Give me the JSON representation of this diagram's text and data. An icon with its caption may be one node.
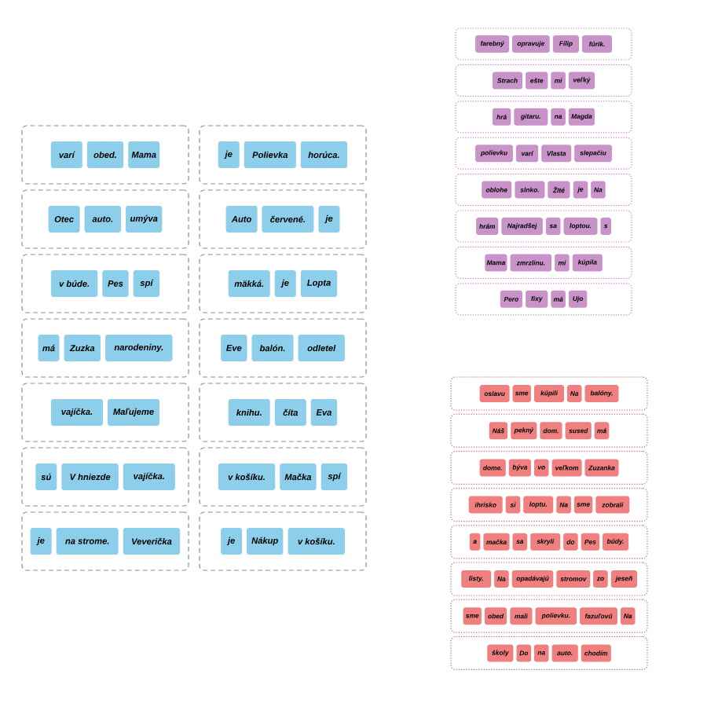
{
  "diagram": {
    "nodes": [
      {
        "text": [],
        "shape": "box"
      },
      {
        "text": [
          "varí"
        ],
        "in": 0
      },
      {
        "text": [
          "obed."
        ],
        "in": 0
      },
      {
        "text": [
          "Mama"
        ],
        "in": 0
      },
      {
        "text": [],
        "shape": "box"
      },
      {
        "text": [
          "je"
        ],
        "in": 4
      },
      {
        "text": [
          "Polievka"
        ],
        "in": 4
      },
      {
        "text": [
          "horúca."
        ],
        "in": 4
      },
      {
        "text": [],
        "shape": "box"
      },
      {
        "text": [
          "Otec"
        ],
        "in": 8
      },
      {
        "text": [
          "auto."
        ],
        "in": 8
      },
      {
        "text": [
          "umýva"
        ],
        "in": 8
      },
      {
        "text": [],
        "shape": "box"
      },
      {
        "text": [
          "Auto"
        ],
        "in": 12
      },
      {
        "text": [
          "červené."
        ],
        "in": 12
      },
      {
        "text": [
          "je"
        ],
        "in": 12
      },
      {
        "text": [],
        "shape": "box"
      },
      {
        "text": [
          "v búde."
        ],
        "in": 16
      },
      {
        "text": [
          "Pes"
        ],
        "in": 16
      },
      {
        "text": [
          "spí"
        ],
        "in": 16
      },
      {
        "text": [],
        "shape": "box"
      },
      {
        "text": [
          "mäkká."
        ],
        "in": 20
      },
      {
        "text": [
          "je"
        ],
        "in": 20
      },
      {
        "text": [
          "Lopta"
        ],
        "in": 20
      },
      {
        "text": [],
        "shape": "box"
      },
      {
        "text": [
          "má"
        ],
        "in": 24
      },
      {
        "text": [
          "Zuzka"
        ],
        "in": 24
      },
      {
        "text": [
          "narodeniny."
        ],
        "in": 24
      },
      {
        "text": [],
        "shape": "box"
      },
      {
        "text": [
          "Eve"
        ],
        "in": 28
      },
      {
        "text": [
          "balón."
        ],
        "in": 28
      },
      {
        "text": [
          "odletel"
        ],
        "in": 28
      },
      {
        "text": [],
        "shape": "box"
      },
      {
        "text": [
          "vajíčka."
        ],
        "in": 32
      },
      {
        "text": [
          "Maľujeme"
        ],
        "in": 32
      },
      {
        "text": [],
        "shape": "box"
      },
      {
        "text": [
          "knihu."
        ],
        "in": 35
      },
      {
        "text": [
          "číta"
        ],
        "in": 35
      },
      {
        "text": [
          "Eva"
        ],
        "in": 35
      },
      {
        "text": [],
        "shape": "box"
      },
      {
        "text": [
          "sú"
        ],
        "in": 39
      },
      {
        "text": [
          "V hniezde"
        ],
        "in": 39
      },
      {
        "text": [
          "vajíčka."
        ],
        "in": 39
      },
      {
        "text": [],
        "shape": "box"
      },
      {
        "text": [
          "v košíku."
        ],
        "in": 43
      },
      {
        "text": [
          "Mačka"
        ],
        "in": 43
      },
      {
        "text": [
          "spí"
        ],
        "in": 43
      },
      {
        "text": [],
        "shape": "box"
      },
      {
        "text": [
          "je"
        ],
        "in": 47
      },
      {
        "text": [
          "na strome."
        ],
        "in": 47
      },
      {
        "text": [
          "Veverička"
        ],
        "in": 47
      },
      {
        "text": [],
        "shape": "box"
      },
      {
        "text": [
          "je"
        ],
        "in": 51
      },
      {
        "text": [
          "Nákup"
        ],
        "in": 51
      },
      {
        "text": [
          "v košíku."
        ],
        "in": 51
      },
      {
        "text": [],
        "shape": "box"
      },
      {
        "text": [
          "farebný"
        ],
        "in": 55
      },
      {
        "text": [
          "opravuje"
        ],
        "in": 55
      },
      {
        "text": [
          "Filip"
        ],
        "in": 55
      },
      {
        "text": [
          "fúrik."
        ],
        "in": 55
      },
      {
        "text": [],
        "shape": "box"
      },
      {
        "text": [
          "Strach"
        ],
        "in": 60
      },
      {
        "text": [
          "ešte"
        ],
        "in": 60
      },
      {
        "text": [
          "mi"
        ],
        "in": 60
      },
      {
        "text": [
          "veľký"
        ],
        "in": 60
      },
      {
        "text": [],
        "shape": "box"
      },
      {
        "text": [
          "hrá"
        ],
        "in": 65
      },
      {
        "text": [
          "gitaru."
        ],
        "in": 65
      },
      {
        "text": [
          "na"
        ],
        "in": 65
      },
      {
        "text": [
          "Magda"
        ],
        "in": 65
      },
      {
        "text": [],
        "shape": "box"
      },
      {
        "text": [
          "polievku"
        ],
        "in": 70
      },
      {
        "text": [
          "varí"
        ],
        "in": 70
      },
      {
        "text": [
          "Vlasta"
        ],
        "in": 70
      },
      {
        "text": [
          "slepačiu"
        ],
        "in": 70
      },
      {
        "text": [],
        "shape": "box"
      },
      {
        "text": [
          "oblohe"
        ],
        "in": 75
      },
      {
        "text": [
          "slnko."
        ],
        "in": 75
      },
      {
        "text": [
          "Žlté"
        ],
        "in": 75
      },
      {
        "text": [
          "je"
        ],
        "in": 75
      },
      {
        "text": [
          "Na"
        ],
        "in": 75
      },
      {
        "text": [],
        "shape": "box"
      },
      {
        "text": [
          "hrám"
        ],
        "in": 81
      },
      {
        "text": [
          "Najradšej"
        ],
        "in": 81
      },
      {
        "text": [
          "sa"
        ],
        "in": 81
      },
      {
        "text": [
          "loptou."
        ],
        "in": 81
      },
      {
        "text": [
          "s"
        ],
        "in": 81
      },
      {
        "text": [],
        "shape": "box"
      },
      {
        "text": [
          "Mama"
        ],
        "in": 87
      },
      {
        "text": [
          "zmrzlinu."
        ],
        "in": 87
      },
      {
        "text": [
          "mi"
        ],
        "in": 87
      },
      {
        "text": [
          "kúpila"
        ],
        "in": 87
      },
      {
        "text": [],
        "shape": "box"
      },
      {
        "text": [
          "Pero"
        ],
        "in": 92
      },
      {
        "text": [
          "fixy"
        ],
        "in": 92
      },
      {
        "text": [
          "má"
        ],
        "in": 92
      },
      {
        "text": [
          "Ujo"
        ],
        "in": 92
      },
      {
        "text": [],
        "shape": "box"
      },
      {
        "text": [
          "oslavu"
        ],
        "in": 97
      },
      {
        "text": [
          "sme"
        ],
        "in": 97
      },
      {
        "text": [
          "kúpili"
        ],
        "in": 97
      },
      {
        "text": [
          "Na"
        ],
        "in": 97
      },
      {
        "text": [
          "balóny."
        ],
        "in": 97
      },
      {
        "text": [],
        "shape": "box"
      },
      {
        "text": [
          "Náš"
        ],
        "in": 103
      },
      {
        "text": [
          "pekný"
        ],
        "in": 103
      },
      {
        "text": [
          "dom."
        ],
        "in": 103
      },
      {
        "text": [
          "sused"
        ],
        "in": 103
      },
      {
        "text": [
          "má"
        ],
        "in": 103
      },
      {
        "text": [],
        "shape": "box"
      },
      {
        "text": [
          "dome."
        ],
        "in": 109
      },
      {
        "text": [
          "býva"
        ],
        "in": 109
      },
      {
        "text": [
          "vo"
        ],
        "in": 109
      },
      {
        "text": [
          "veľkom"
        ],
        "in": 109
      },
      {
        "text": [
          "Zuzanka"
        ],
        "in": 109
      },
      {
        "text": [],
        "shape": "box"
      },
      {
        "text": [
          "ihrisko"
        ],
        "in": 115
      },
      {
        "text": [
          "si"
        ],
        "in": 115
      },
      {
        "text": [
          "loptu."
        ],
        "in": 115
      },
      {
        "text": [
          "Na"
        ],
        "in": 115
      },
      {
        "text": [
          "sme"
        ],
        "in": 115
      },
      {
        "text": [
          "zobrali"
        ],
        "in": 115
      },
      {
        "text": [],
        "shape": "box"
      },
      {
        "text": [
          "a"
        ],
        "in": 122
      },
      {
        "text": [
          "mačka"
        ],
        "in": 122
      },
      {
        "text": [
          "sa"
        ],
        "in": 122
      },
      {
        "text": [
          "skryli"
        ],
        "in": 122
      },
      {
        "text": [
          "do"
        ],
        "in": 122
      },
      {
        "text": [
          "Pes"
        ],
        "in": 122
      },
      {
        "text": [
          "búdy."
        ],
        "in": 122
      },
      {
        "text": [],
        "shape": "box"
      },
      {
        "text": [
          "listy."
        ],
        "in": 130
      },
      {
        "text": [
          "Na"
        ],
        "in": 130
      },
      {
        "text": [
          "opadávajú"
        ],
        "in": 130
      },
      {
        "text": [
          "stromov"
        ],
        "in": 130
      },
      {
        "text": [
          "zo"
        ],
        "in": 130
      },
      {
        "text": [
          "jeseň"
        ],
        "in": 130
      },
      {
        "text": [],
        "shape": "box"
      },
      {
        "text": [
          "sme"
        ],
        "in": 137
      },
      {
        "text": [
          "obed"
        ],
        "in": 137
      },
      {
        "text": [
          "mali"
        ],
        "in": 137
      },
      {
        "text": [
          "polievku."
        ],
        "in": 137
      },
      {
        "text": [
          "fazuľovú"
        ],
        "in": 137
      },
      {
        "text": [
          "Na"
        ],
        "in": 137
      },
      {
        "text": [],
        "shape": "box"
      },
      {
        "text": [
          "školy"
        ],
        "in": 144
      },
      {
        "text": [
          "Do"
        ],
        "in": 144
      },
      {
        "text": [
          "na"
        ],
        "in": 144
      },
      {
        "text": [
          "auto."
        ],
        "in": 144
      },
      {
        "text": [
          "chodím"
        ],
        "in": 144
      }
    ]
  }
}
